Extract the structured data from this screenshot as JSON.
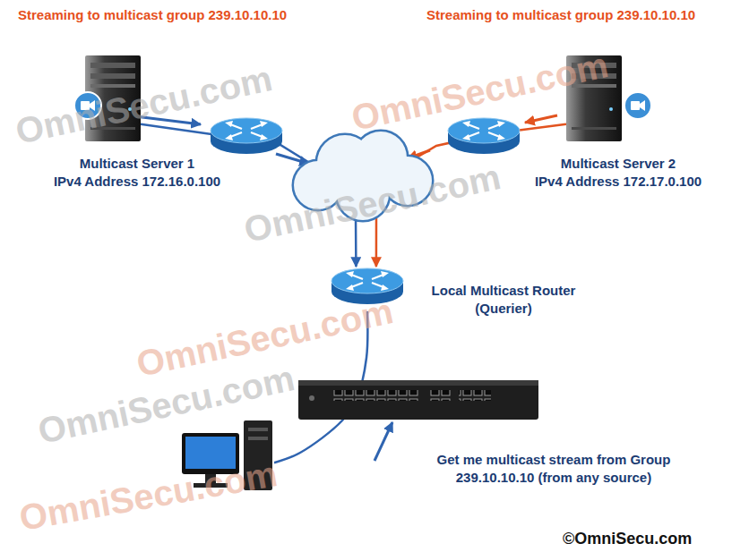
{
  "diagram": {
    "nodes": [
      {
        "text": [
          "Streaming to multicast group 239.10.10.10",
          "Multicast Server 1",
          "IPv4 Address 172.16.0.100"
        ]
      },
      {
        "text": [
          "Streaming to multicast group 239.10.10.10",
          "Multicast Server 2",
          "IPv4 Address 172.17.0.100"
        ]
      },
      {
        "text": [
          "Local Multicast Router",
          "(Querier)"
        ]
      },
      {
        "text": [
          "Get me multicast stream from Group 239.10.10.10 (from any source)"
        ]
      }
    ],
    "edges": [
      {
        "from": 0,
        "to": 2,
        "arrow": "to"
      },
      {
        "from": 1,
        "to": 2,
        "arrow": "to"
      },
      {
        "from": 3,
        "to": 2,
        "arrow": "none"
      }
    ],
    "labels": [
      "OmniSecu.com",
      "OmniSecu.com",
      "OmniSecu.com",
      "OmniSecu.com",
      "OmniSecu.com",
      "OmniSecu.com",
      "©OmniSecu.com"
    ]
  }
}
